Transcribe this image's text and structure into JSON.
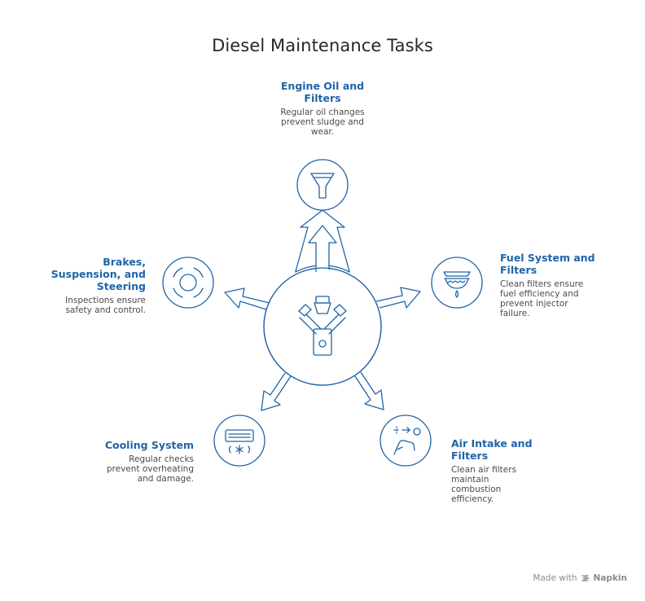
{
  "title": "Diesel Maintenance Tasks",
  "colors": {
    "stroke": "#1f64a8",
    "heading": "#1f64a8",
    "body_text": "#4a4a4a",
    "title": "#262626",
    "footer": "#8a8a8a"
  },
  "tasks": [
    {
      "id": "engine",
      "heading": "Engine Oil and Filters",
      "description": "Regular oil changes prevent sludge and wear.",
      "icon": "funnel-icon"
    },
    {
      "id": "fuel",
      "heading": "Fuel System and Filters",
      "description": "Clean filters ensure fuel efficiency and prevent injector failure.",
      "icon": "fuel-filter-icon"
    },
    {
      "id": "air",
      "heading": "Air Intake and Filters",
      "description": "Clean air filters maintain combustion efficiency.",
      "icon": "air-intake-icon"
    },
    {
      "id": "cooling",
      "heading": "Cooling System",
      "description": "Regular checks prevent overheating and damage.",
      "icon": "air-conditioner-icon"
    },
    {
      "id": "brakes",
      "heading": "Brakes, Suspension, and Steering",
      "description": "Inspections ensure safety and control.",
      "icon": "brake-disc-icon"
    }
  ],
  "center_icon": "engine-icon",
  "footer": {
    "prefix": "Made with",
    "brand": "Napkin",
    "icon": "napkin-logo-icon"
  }
}
